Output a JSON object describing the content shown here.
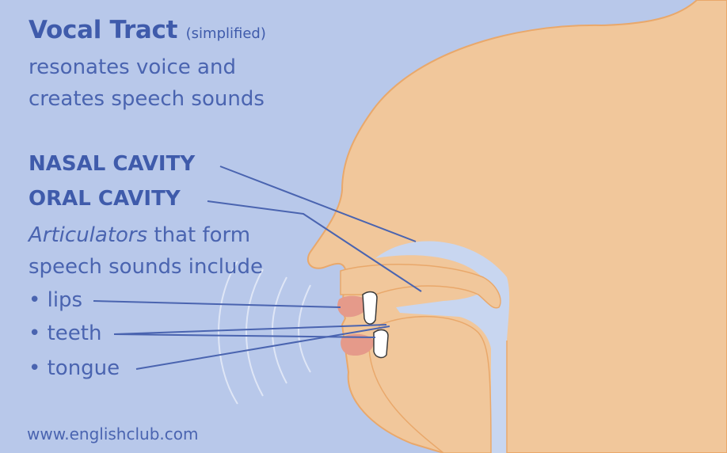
{
  "title": {
    "main": "Vocal Tract",
    "sub": "(simplified)"
  },
  "description": {
    "line1": "resonates voice and",
    "line2": "creates speech sounds"
  },
  "labels": {
    "nasal_cavity": "NASAL CAVITY",
    "oral_cavity": "ORAL CAVITY",
    "articulators_word": "Articulators",
    "articulators_rest": " that form",
    "articulators_line2": "speech sounds include",
    "lips": "• lips",
    "teeth": "• teeth",
    "tongue": "• tongue"
  },
  "footer": {
    "url": "www.englishclub.com"
  },
  "colors": {
    "background": "#b8c8ea",
    "text": "#3f5bab",
    "skin": "#f1c79b",
    "skin_outline": "#e9a86b",
    "lips_tongue": "#e59a8a",
    "cavity": "#c8d6f0",
    "leader_line": "#4a64b0",
    "teeth": "#ffffff"
  }
}
